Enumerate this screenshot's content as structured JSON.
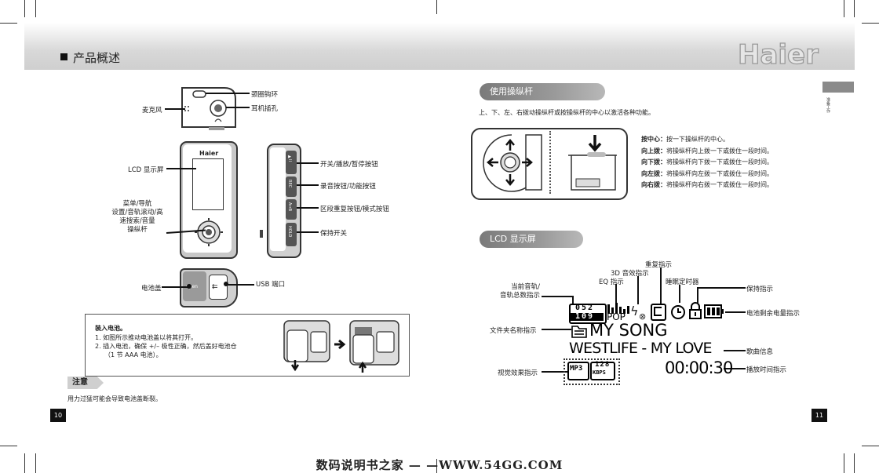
{
  "header": {
    "section_title": "产品概述",
    "logo": "Haier",
    "side_tab": "准备工作"
  },
  "left": {
    "labels": {
      "mic": "麦克风",
      "neck": "颈圈钩环",
      "earphone": "耳机插孔",
      "lcd": "LCD 显示屏",
      "joystick": "菜单/导航\n设置/音轨滚动/高\n速搜索/音量\n操纵杆",
      "power": "开关/播放/暂停按钮",
      "rec": "录音按钮/功能按钮",
      "ab": "区段重复按钮/模式按钮",
      "hold": "保持开关",
      "battery_cover": "电池盖",
      "usb": "USB 端口"
    },
    "device_logo": "Haier",
    "button_marks": {
      "power": "▶II",
      "rec": "REC",
      "ab": "A↔B",
      "hold": "HOLD"
    },
    "cover_text": "open",
    "battery": {
      "title": "装入电池。",
      "step1": "1.  如图所示推动电池盖以将其打开。",
      "step2": "2.  插入电池，确保 +/– 极性正确，然后盖好电池仓",
      "step2b": "（1 节 AAA 电池）。"
    },
    "note_tag": "注意",
    "note_text": "用力过猛可能会导致电池盖断裂。",
    "page_number": "10"
  },
  "right": {
    "joystick_title": "使用操纵杆",
    "joystick_intro": "上、下、左、右拨动操纵杆或按操纵杆的中心以激活各种功能。",
    "joystick_items": [
      {
        "key": "按中心：",
        "text": "按一下操纵杆的中心。"
      },
      {
        "key": "向上拨：",
        "text": "将操纵杆向上拨一下或拨住一段时间。"
      },
      {
        "key": "向下拨：",
        "text": "将操纵杆向下拨一下或拨住一段时间。"
      },
      {
        "key": "向左拨：",
        "text": "将操纵杆向左拨一下或拨住一段时间。"
      },
      {
        "key": "向右拨：",
        "text": "将操纵杆向右拨一下或拨住一段时间。"
      }
    ],
    "lcd_title": "LCD 显示屏",
    "lcd_labels": {
      "repeat": "重复指示",
      "eq3d": "3D 音效指示",
      "eq": "EQ 指示",
      "sleep": "睡眠定时器",
      "track": "当前音轨/\n音轨总数指示",
      "hold": "保持指示",
      "battery": "电池剩余电量指示",
      "folder": "文件夹名称指示",
      "song": "歌曲信息",
      "visual": "视觉效果指示",
      "time": "播放时间指示"
    },
    "lcd_display": {
      "track_current": "052",
      "track_total": "109",
      "eq_mode": "POP",
      "folder_name": "MY SONG",
      "song_info": "WESTLIFE - MY LOVE",
      "format": "MP3",
      "bitrate_value": "128",
      "bitrate_unit": "KBPS",
      "time": "00:00:30"
    },
    "page_number": "11"
  },
  "footer": "数码说明书之家 — —WWW.54GG.COM"
}
